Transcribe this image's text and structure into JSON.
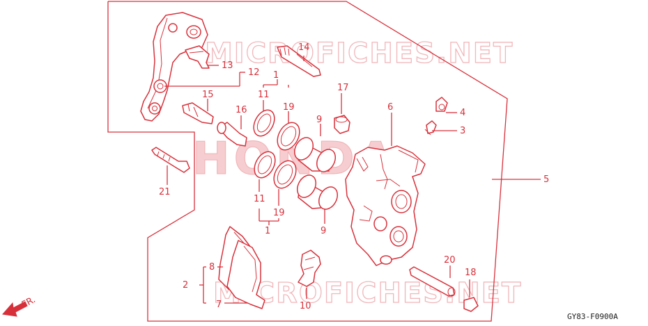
{
  "diagram": {
    "code": "GY83-F0900A",
    "direction_label": "FR.",
    "watermarks": [
      "MICROFICHES.NET",
      "HONDA",
      "MICROFICHES.NET"
    ],
    "callouts": {
      "c1a": "1",
      "c1b": "1",
      "c2": "2",
      "c3": "3",
      "c4": "4",
      "c5": "5",
      "c6": "6",
      "c7": "7",
      "c8": "8",
      "c9a": "9",
      "c9b": "9",
      "c10": "10",
      "c11a": "11",
      "c11b": "11",
      "c12": "12",
      "c13": "13",
      "c14": "14",
      "c15": "15",
      "c16": "16",
      "c17": "17",
      "c18": "18",
      "c19a": "19",
      "c19b": "19",
      "c20": "20",
      "c21": "21"
    },
    "colors": {
      "line": "#d8303a",
      "watermark": "#f1b6ba",
      "background": "#ffffff"
    }
  }
}
